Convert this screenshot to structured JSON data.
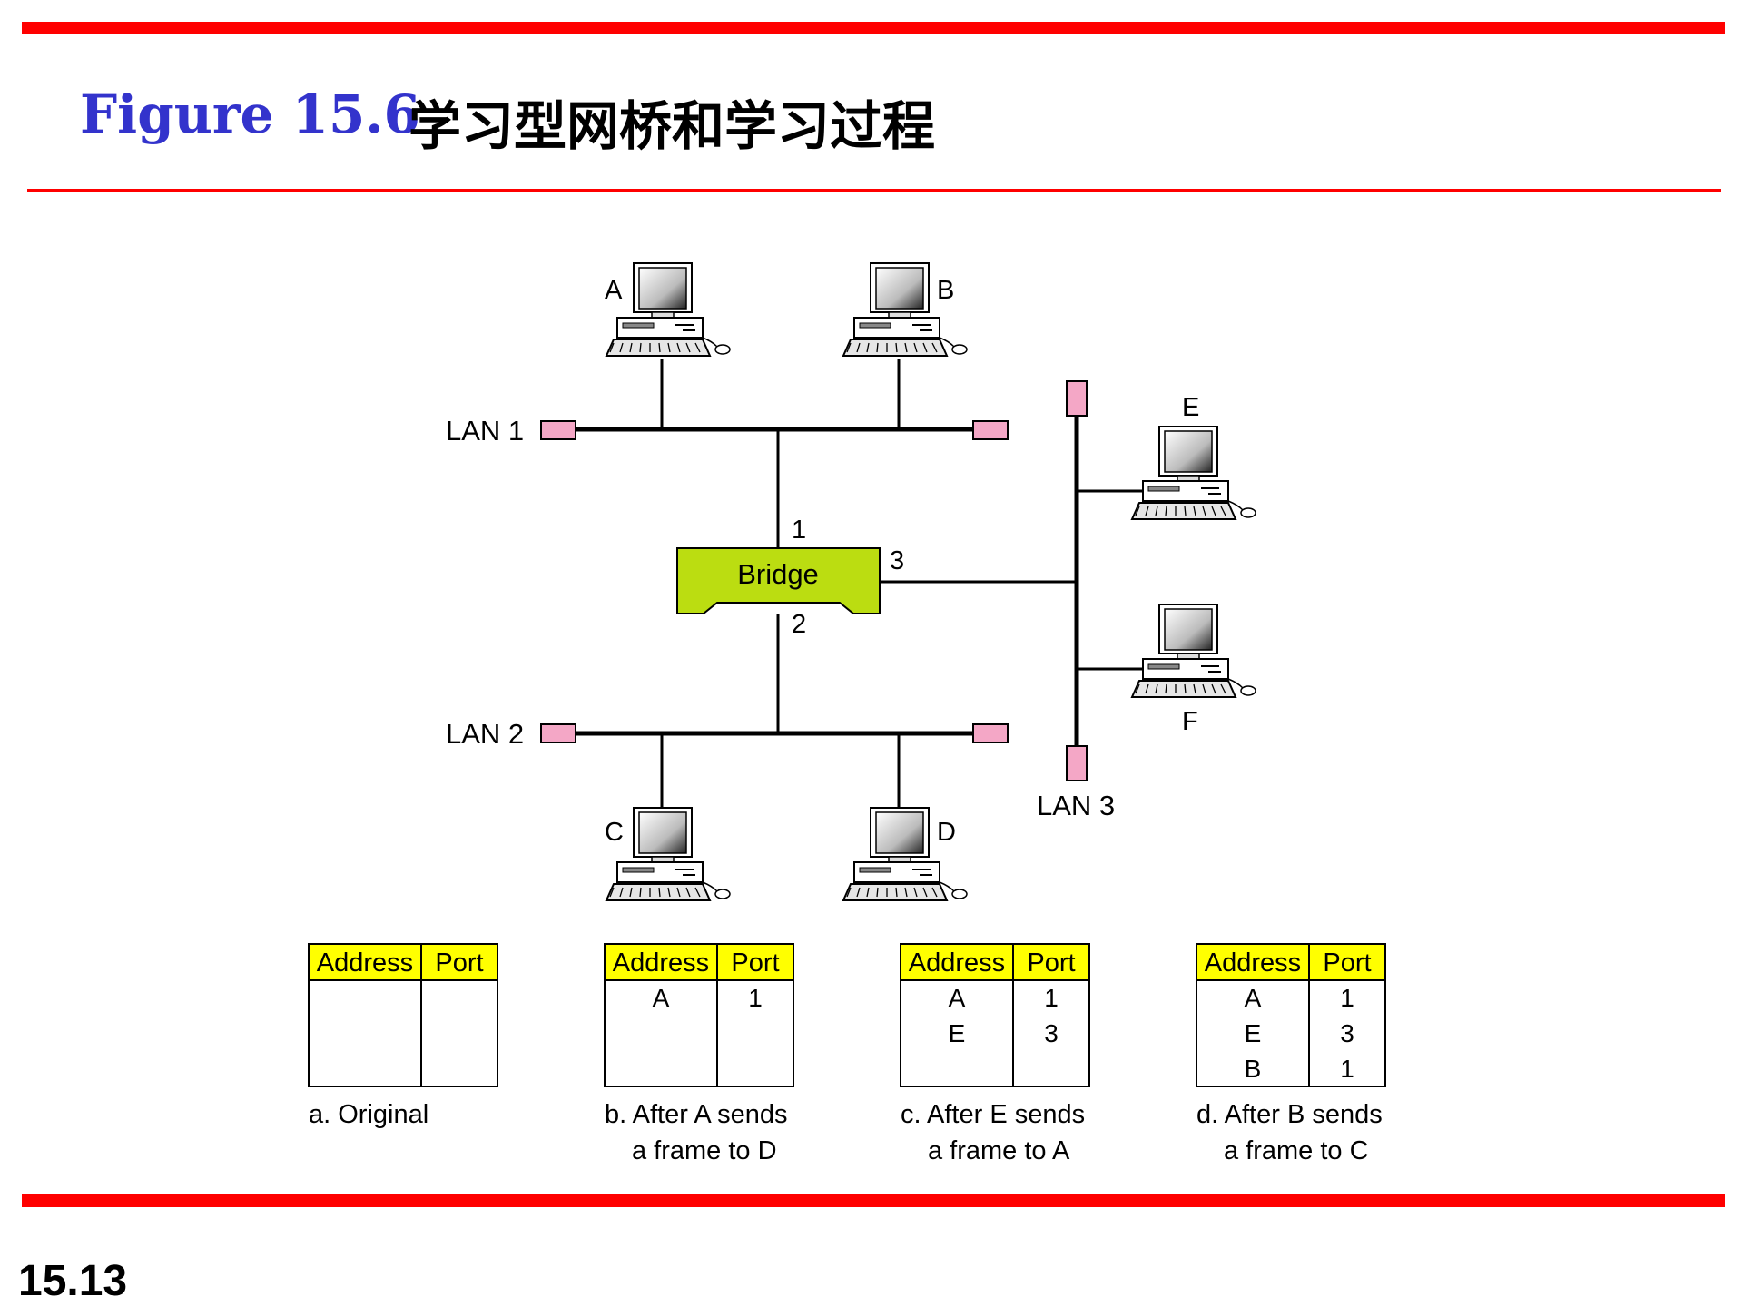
{
  "slide": {
    "title_prefix": "Figure 15.6",
    "title_text": "学习型网桥和学习过程",
    "number": "15.13",
    "colors": {
      "rule": "#ff0000",
      "title": "#3333cc",
      "bridge": "#bbdd11",
      "terminator": "#f4a7c6",
      "table_header": "#ffff00"
    }
  },
  "diagram": {
    "lans": {
      "lan1": "LAN 1",
      "lan2": "LAN 2",
      "lan3": "LAN 3"
    },
    "bridge": {
      "label": "Bridge",
      "port1": "1",
      "port2": "2",
      "port3": "3"
    },
    "stations": {
      "a": "A",
      "b": "B",
      "c": "C",
      "d": "D",
      "e": "E",
      "f": "F"
    }
  },
  "tables": [
    {
      "header": [
        "Address",
        "Port"
      ],
      "rows": [],
      "caption": [
        "a. Original"
      ]
    },
    {
      "header": [
        "Address",
        "Port"
      ],
      "rows": [
        [
          "A",
          "1"
        ]
      ],
      "caption": [
        "b. After A sends",
        "a frame to D"
      ]
    },
    {
      "header": [
        "Address",
        "Port"
      ],
      "rows": [
        [
          "A",
          "1"
        ],
        [
          "E",
          "3"
        ]
      ],
      "caption": [
        "c. After E sends",
        "a frame to A"
      ]
    },
    {
      "header": [
        "Address",
        "Port"
      ],
      "rows": [
        [
          "A",
          "1"
        ],
        [
          "E",
          "3"
        ],
        [
          "B",
          "1"
        ]
      ],
      "caption": [
        "d. After B sends",
        "a frame to C"
      ]
    }
  ]
}
